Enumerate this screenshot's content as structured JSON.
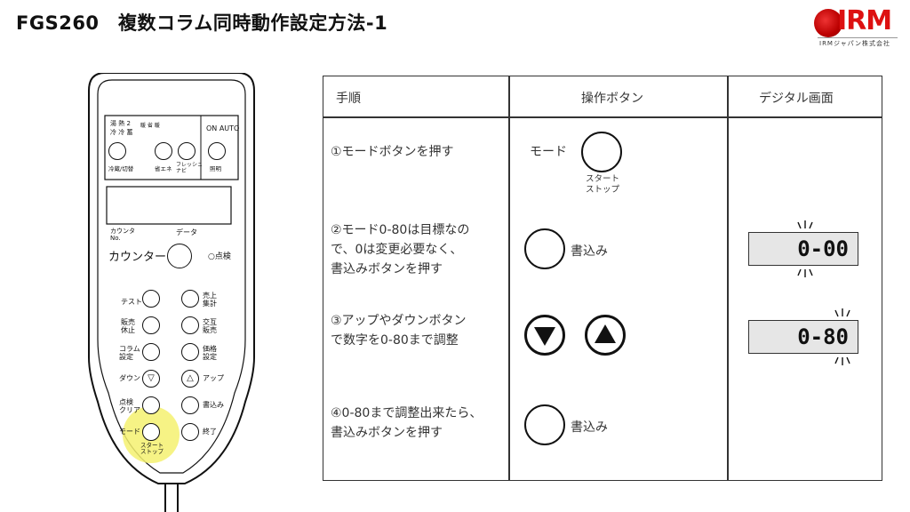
{
  "header": {
    "title": "FGS260　複数コラム同時動作設定方法-1",
    "logo_text": "IRM",
    "logo_sub": "IRMジャパン株式会社"
  },
  "remote": {
    "top_labels": [
      "湯",
      "熱",
      "2",
      "冷",
      "冷",
      "蓄",
      "ON",
      "AUTO"
    ],
    "top_btn_labels": [
      "冷蔵/切替",
      "省エネ",
      "フレッシュ\nナビ",
      "照明"
    ],
    "counter_no": "カウンタ\nNo.",
    "data": "データ",
    "counter": "カウンター",
    "check": "点検",
    "left_buttons": [
      "テスト",
      "販売\n休止",
      "コラム\n設定",
      "ダウン",
      "点検\nクリア",
      "モード"
    ],
    "right_buttons": [
      "売上\n集計",
      "交互\n販売",
      "価格\n設定",
      "アップ",
      "書込み",
      "終了"
    ],
    "start_stop": "スタート\nストップ"
  },
  "table": {
    "headers": [
      "手順",
      "操作ボタン",
      "デジタル画面"
    ],
    "steps": [
      "①モードボタンを押す",
      "②モード0-80は目標なので、0は変更必要なく、\n書込みボタンを押す",
      "③アップやダウンボタン\nで数字を0-80まで調整",
      "④0-80まで調整出来たら、\n書込みボタンを押す"
    ],
    "mode_label": "モード",
    "start_stop": "スタート\nストップ",
    "write_label": "書込み",
    "lcd_values": [
      "0-00",
      "0-80"
    ]
  }
}
